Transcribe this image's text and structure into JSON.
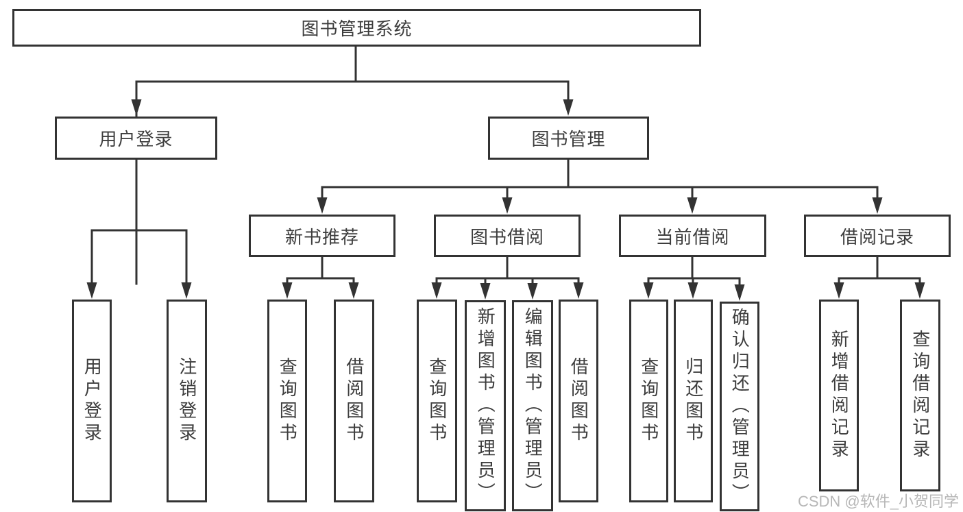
{
  "root": {
    "label": "图书管理系统",
    "children": [
      {
        "label": "用户登录",
        "children": [
          {
            "label": "用户登录"
          },
          {
            "label": "注销登录"
          }
        ]
      },
      {
        "label": "图书管理",
        "children": [
          {
            "label": "新书推荐",
            "children": [
              {
                "label": "查询图书"
              },
              {
                "label": "借阅图书"
              }
            ]
          },
          {
            "label": "图书借阅",
            "children": [
              {
                "label": "查询图书"
              },
              {
                "label": "新增图书（管理员）"
              },
              {
                "label": "编辑图书（管理员）"
              },
              {
                "label": "借阅图书"
              }
            ]
          },
          {
            "label": "当前借阅",
            "children": [
              {
                "label": "查询图书"
              },
              {
                "label": "归还图书"
              },
              {
                "label": "确认归还（管理员）"
              }
            ]
          },
          {
            "label": "借阅记录",
            "children": [
              {
                "label": "新增借阅记录"
              },
              {
                "label": "查询借阅记录"
              }
            ]
          }
        ]
      }
    ]
  },
  "watermark": "CSDN @软件_小贺同学",
  "colors": {
    "line": "#333333",
    "text": "#3d3d3d",
    "box_bg": "#ffffff",
    "watermark": "#ababab"
  }
}
